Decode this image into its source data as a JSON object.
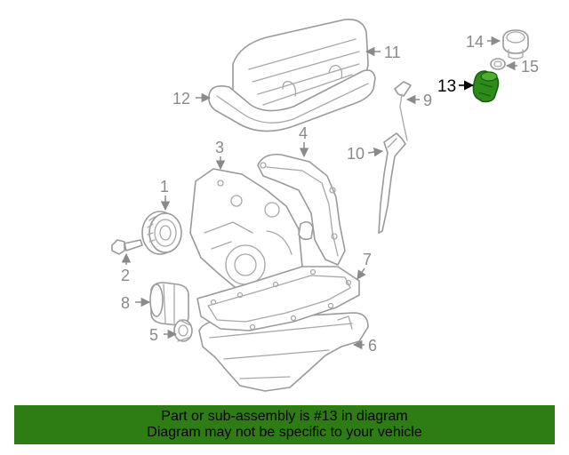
{
  "callouts": {
    "c1": "1",
    "c2": "2",
    "c3": "3",
    "c4": "4",
    "c5": "5",
    "c6": "6",
    "c7": "7",
    "c8": "8",
    "c9": "9",
    "c10": "10",
    "c11": "11",
    "c12": "12",
    "c13": "13",
    "c14": "14",
    "c15": "15"
  },
  "highlight": {
    "part": "13",
    "color": "#2e8b1a"
  },
  "banner": {
    "line1": "Part or sub-assembly is #13 in diagram",
    "line2": "Diagram may not be specific to your vehicle",
    "background": "#2e7d14"
  }
}
